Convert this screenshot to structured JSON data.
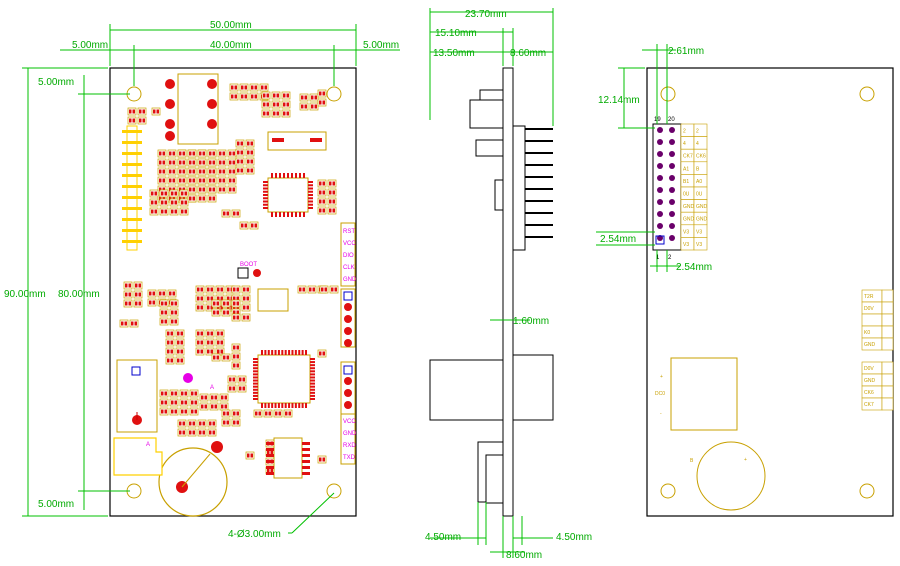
{
  "front": {
    "dims": {
      "width_total": "50.00mm",
      "edge_left": "5.00mm",
      "hole_spacing": "40.00mm",
      "edge_right": "5.00mm",
      "hole_top": "5.00mm",
      "height_total": "90.00mm",
      "hole_vertical": "80.00mm",
      "hole_bottom": "5.00mm",
      "holes": "4-Ø3.00mm"
    },
    "labels": {
      "boot": "BOOT",
      "a1": "A",
      "a2": "A",
      "swd": [
        "RST",
        "VCC",
        "DIO",
        "CLK",
        "GND"
      ],
      "uart": [
        "VCC",
        "GND",
        "RXD",
        "TXD"
      ]
    }
  },
  "side": {
    "dims": {
      "total": "23.70mm",
      "d1": "15.10mm",
      "d2": "13.50mm",
      "d3": "8.60mm",
      "pcb": "1.60mm",
      "b_left": "4.50mm",
      "b_right": "4.50mm",
      "b_mid": "8.60mm"
    }
  },
  "back": {
    "dims": {
      "pitch_x": "2.61mm",
      "row_height": "12.14mm",
      "pitch_y": "2.54mm",
      "pitch_x2": "2.54mm"
    },
    "header": {
      "col19": "19",
      "col20": "20",
      "col1": "1",
      "col2": "2"
    },
    "pin_labels_left": [
      "2",
      "4",
      "CK7",
      "A1",
      "B1",
      "0U",
      "GND",
      "GND",
      "V3",
      "V3"
    ],
    "pin_labels_right": [
      "2",
      "4",
      "CK6",
      "B",
      "A0",
      "0U",
      "GND",
      "GND",
      "V3",
      "V3"
    ],
    "side_pins_top": [
      "T2R",
      "D0V",
      "",
      "K0",
      "GND"
    ],
    "side_pins_bottom": [
      "D0V",
      "GND",
      "CK6",
      "CK7"
    ],
    "battery": {
      "plus": "+",
      "minus": "-",
      "mark": "DC0"
    },
    "buzzer": {
      "mark": "B",
      "plus": "+"
    }
  }
}
